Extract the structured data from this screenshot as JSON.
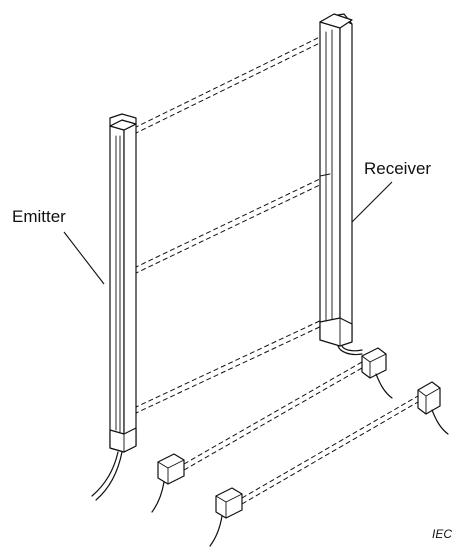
{
  "labels": {
    "emitter": "Emitter",
    "receiver": "Receiver",
    "iec": "IEC"
  },
  "colors": {
    "line": "#111111",
    "background": "#ffffff"
  }
}
